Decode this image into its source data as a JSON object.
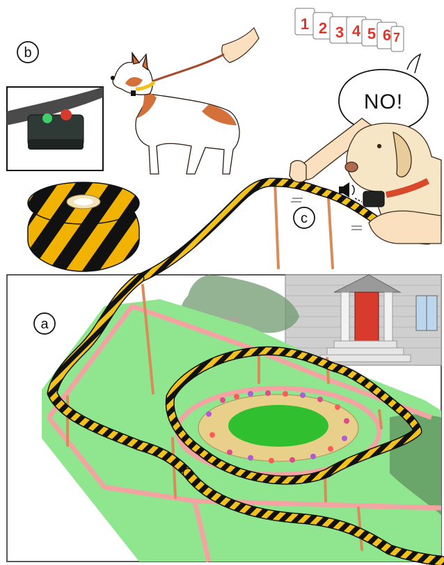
{
  "labels": {
    "a": "a",
    "b": "b",
    "c": "c"
  },
  "speech_bubble": "NO!",
  "calendar_pages": [
    "1",
    "2",
    "3",
    "4",
    "5",
    "6",
    "7"
  ],
  "colors": {
    "tape_yellow": "#f2c21a",
    "tape_black": "#111111",
    "lawn": "#8fe68f",
    "boundary_wire": "#f4a3a3",
    "flowerbed_center": "#2fbf2f",
    "flowerbed_soil": "#e8cf8a",
    "post": "#d98b5a",
    "dog_patch": "#d4713a",
    "collar_red": "#d8482a"
  }
}
